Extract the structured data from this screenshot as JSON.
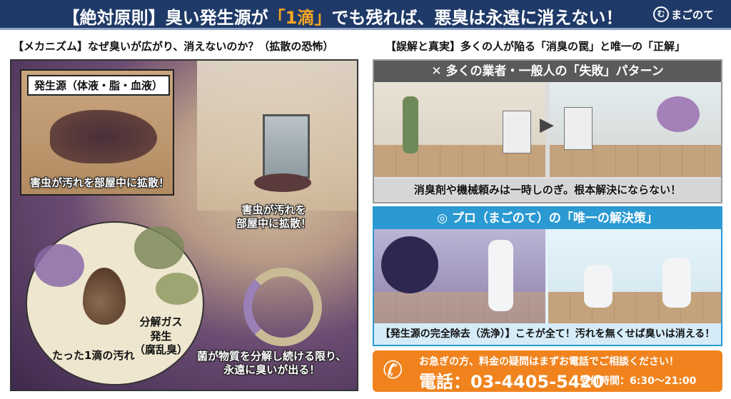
{
  "header": {
    "title_prefix": "【絶対原則】臭い発生源が",
    "title_highlight": "「1滴」",
    "title_suffix": "でも残れば、悪臭は永遠に消えない！",
    "logo": "まごのて",
    "accent_color": "#f5a623",
    "bg_color": "#1f3a68"
  },
  "left": {
    "heading": "【メカニズム】なぜ臭いが広がり、消えないのか？（拡散の恐怖）",
    "inset_label": "発生源（体液・脂・血液）",
    "inset_caption": "害虫が汚れを部屋中に拡散！",
    "room_caption_1": "害虫が汚れを",
    "room_caption_2": "部屋中に拡散！",
    "gas_1": "分解ガス",
    "gas_2": "発生",
    "gas_3": "（腐乱臭）",
    "drop_caption": "たった1滴の汚れ",
    "cycle_caption_1": "菌が物質を分解し続ける限り、",
    "cycle_caption_2": "永遠に臭いが出る！"
  },
  "right": {
    "heading": "【誤解と真実】多くの人が陥る「消臭の罠」と唯一の「正解」",
    "fail": {
      "icon": "x-icon",
      "title": "✕ 多くの業者・一般人の「失敗」パターン",
      "caption": "消臭剤や機械頼みは一時しのぎ。根本解決にならない！"
    },
    "pro": {
      "icon": "double-circle-icon",
      "title": "◎ プロ（まごのて）の「唯一の解決策」",
      "caption": "【発生源の完全除去（洗浄）】こそが全て！汚れを無くせば臭いは消える！"
    }
  },
  "cta": {
    "question": "お急ぎの方、料金の疑問はまずお電話でご相談ください！",
    "tel": "電話：03-4405-5420",
    "hours": "受付時間：6:30〜21:00",
    "icon": "phone-icon",
    "color": "#f0831e"
  }
}
